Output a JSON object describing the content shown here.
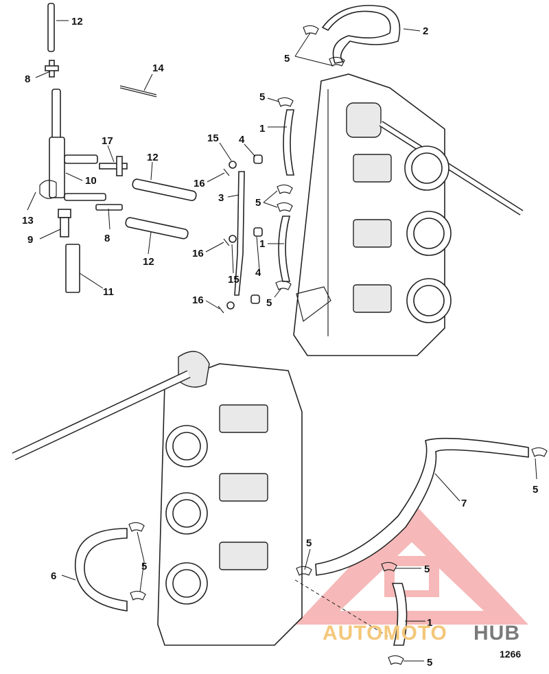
{
  "callouts": {
    "c1": "12",
    "c2": "8",
    "c3": "14",
    "c4": "17",
    "c5": "12",
    "c6": "10",
    "c7": "13",
    "c8": "9",
    "c9": "8",
    "c10": "12",
    "c11": "11",
    "c12": "15",
    "c13": "4",
    "c14": "16",
    "c15": "3",
    "c16": "16",
    "c17": "15",
    "c18": "4",
    "c19": "16",
    "c20": "5",
    "c21": "1",
    "c22": "5",
    "c23": "1",
    "c24": "5",
    "c25": "5",
    "c26": "2",
    "c27": "5",
    "c28": "7",
    "c29": "6",
    "c30": "5",
    "c31": "5",
    "c32": "5",
    "c33": "1",
    "c34": "5"
  },
  "figure_number": "1266",
  "watermark": {
    "part1": "AUTOMOTO",
    "part2": "HUB",
    "color_primary": "#f0a8a8",
    "color_text1": "#f4c77a",
    "color_text2": "#7a7a7a"
  }
}
